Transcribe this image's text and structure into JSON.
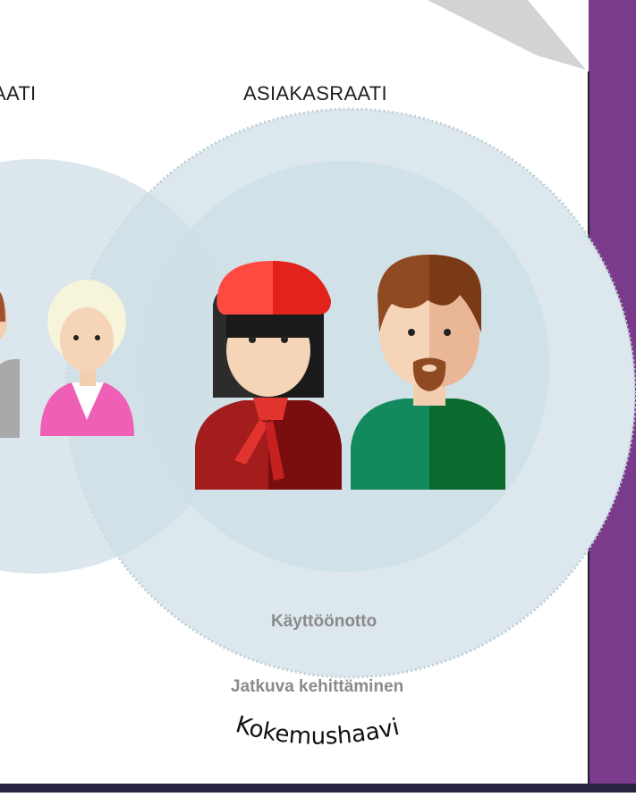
{
  "panels": {
    "left_title": "AATI",
    "main_title": "ASIAKASRAATI"
  },
  "stages": {
    "first": "Käyttöönotto",
    "second": "Jatkuva kehittäminen",
    "curved_label": "Kokemushaavi"
  },
  "colors": {
    "accent_purple": "#7b3b8c",
    "bubble_fill": "#dce8ee",
    "bubble_inner": "#cfdfe6",
    "stage_text": "#8a8a8a"
  },
  "icons": [
    "person-partial-icon",
    "blonde-woman-icon",
    "woman-beret-icon",
    "bearded-man-icon"
  ]
}
